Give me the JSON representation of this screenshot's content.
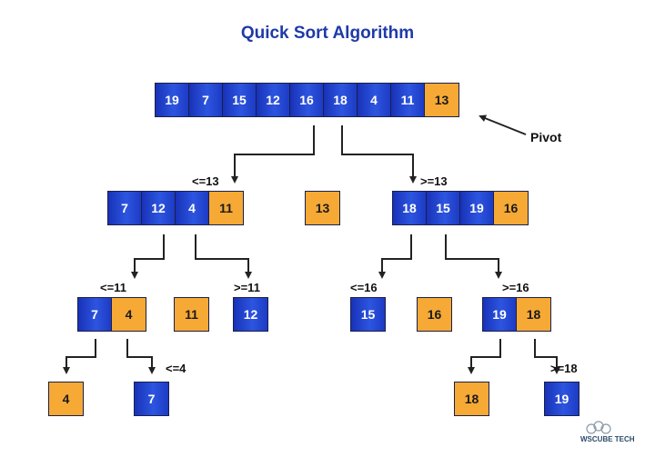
{
  "title": "Quick Sort Algorithm",
  "pivot_label": "Pivot",
  "logo_text": "WsCube Tech",
  "colors": {
    "element": "#2340c8",
    "pivot": "#f6a935",
    "title": "#1f3aa8"
  },
  "groups": [
    {
      "cells": [
        {
          "v": "19"
        },
        {
          "v": "7"
        },
        {
          "v": "15"
        },
        {
          "v": "12"
        },
        {
          "v": "16"
        },
        {
          "v": "18"
        },
        {
          "v": "4"
        },
        {
          "v": "11"
        },
        {
          "v": "13",
          "pivot": true
        }
      ]
    },
    {
      "cells": [
        {
          "v": "7"
        },
        {
          "v": "12"
        },
        {
          "v": "4"
        },
        {
          "v": "11",
          "pivot": true
        }
      ]
    },
    {
      "cells": [
        {
          "v": "13",
          "pivot": true
        }
      ]
    },
    {
      "cells": [
        {
          "v": "18"
        },
        {
          "v": "15"
        },
        {
          "v": "19"
        },
        {
          "v": "16",
          "pivot": true
        }
      ]
    },
    {
      "cells": [
        {
          "v": "7"
        },
        {
          "v": "4",
          "pivot": true
        }
      ]
    },
    {
      "cells": [
        {
          "v": "11",
          "pivot": true
        }
      ]
    },
    {
      "cells": [
        {
          "v": "12"
        }
      ]
    },
    {
      "cells": [
        {
          "v": "15"
        }
      ]
    },
    {
      "cells": [
        {
          "v": "16",
          "pivot": true
        }
      ]
    },
    {
      "cells": [
        {
          "v": "19"
        },
        {
          "v": "18",
          "pivot": true
        }
      ]
    },
    {
      "cells": [
        {
          "v": "4",
          "pivot": true
        }
      ]
    },
    {
      "cells": [
        {
          "v": "7"
        }
      ]
    },
    {
      "cells": [
        {
          "v": "18",
          "pivot": true
        }
      ]
    },
    {
      "cells": [
        {
          "v": "19"
        }
      ]
    }
  ],
  "edge_labels": [
    "<=13",
    ">=13",
    "<=11",
    ">=11",
    "<=16",
    ">=16",
    "<=4",
    ">=18"
  ]
}
